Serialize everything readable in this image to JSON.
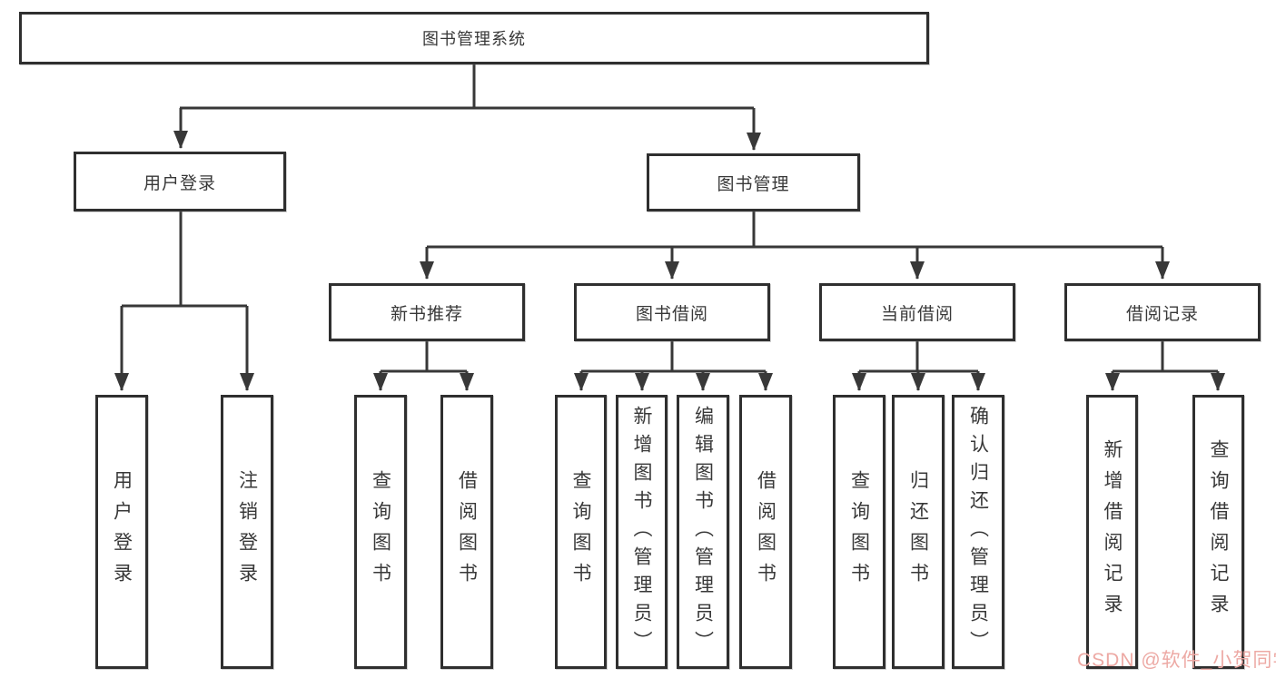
{
  "diagram": {
    "root": {
      "label": "图书管理系统"
    },
    "level1": [
      {
        "label": "用户登录"
      },
      {
        "label": "图书管理"
      }
    ],
    "level2": [
      {
        "label": "新书推荐",
        "parent": "图书管理"
      },
      {
        "label": "图书借阅",
        "parent": "图书管理"
      },
      {
        "label": "当前借阅",
        "parent": "图书管理"
      },
      {
        "label": "借阅记录",
        "parent": "图书管理"
      }
    ],
    "leaves": [
      {
        "label": "用户登录",
        "parent": "用户登录"
      },
      {
        "label": "注销登录",
        "parent": "用户登录"
      },
      {
        "label": "查询图书",
        "parent": "新书推荐"
      },
      {
        "label": "借阅图书",
        "parent": "新书推荐"
      },
      {
        "label": "查询图书",
        "parent": "图书借阅"
      },
      {
        "label": "新增图书（管理员）",
        "parent": "图书借阅"
      },
      {
        "label": "编辑图书（管理员）",
        "parent": "图书借阅"
      },
      {
        "label": "借阅图书",
        "parent": "图书借阅"
      },
      {
        "label": "查询图书",
        "parent": "当前借阅"
      },
      {
        "label": "归还图书",
        "parent": "当前借阅"
      },
      {
        "label": "确认归还（管理员）",
        "parent": "当前借阅"
      },
      {
        "label": "新增借阅记录",
        "parent": "借阅记录"
      },
      {
        "label": "查询借阅记录",
        "parent": "借阅记录"
      }
    ]
  },
  "colors": {
    "box_border": "#2f2f2f",
    "line": "#383838",
    "text": "#383838",
    "watermark": "#eda9a4"
  },
  "watermark": {
    "text": "CSDN @软件_小贺同学"
  }
}
